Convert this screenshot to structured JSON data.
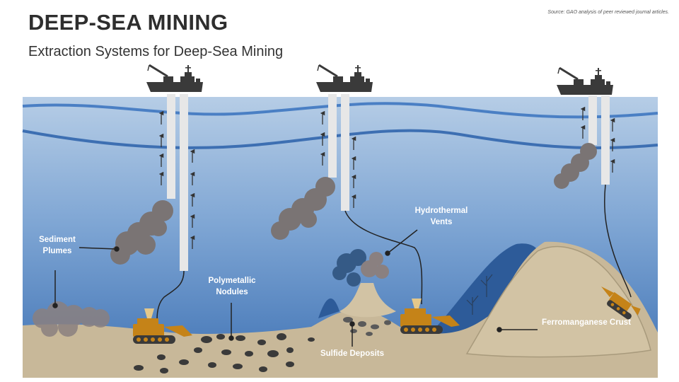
{
  "header": {
    "title": "DEEP-SEA MINING",
    "subtitle": "Extraction Systems for Deep-Sea Mining",
    "source": "Source: GAO analysis of peer reviewed journal articles."
  },
  "labels": {
    "sediment_plumes": "Sediment\nPlumes",
    "polymetallic_nodules": "Polymetallic\nNodules",
    "hydrothermal_vents": "Hydrothermal\nVents",
    "sulfide_deposits": "Sulfide Deposits",
    "ferromanganese_crust": "Ferromanganese Crust"
  },
  "colors": {
    "sea_top": "#b6cde6",
    "sea_bottom": "#3f72b4",
    "seabed": "#c8b899",
    "ship": "#3a3a3a",
    "plume": "#7a7474",
    "collector": "#c58318",
    "pipe": "#e7e7e7"
  }
}
